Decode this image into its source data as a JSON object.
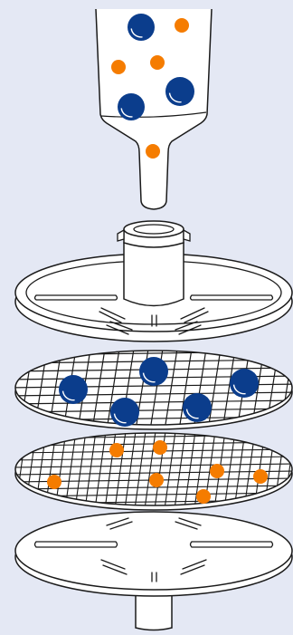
{
  "diagram": {
    "kind": "syringe-filter-exploded-view",
    "components": [
      "syringe-barrel",
      "filter-housing-inlet",
      "coarse-filter-membrane",
      "fine-filter-membrane",
      "filter-housing-outlet"
    ],
    "particles": {
      "large": {
        "color": "#0b3d8c",
        "label": ""
      },
      "small": {
        "color": "#f57c00",
        "label": ""
      }
    },
    "colors": {
      "background": "#e4e8f4",
      "stroke": "#1a1a1a",
      "fill": "#ffffff"
    }
  }
}
